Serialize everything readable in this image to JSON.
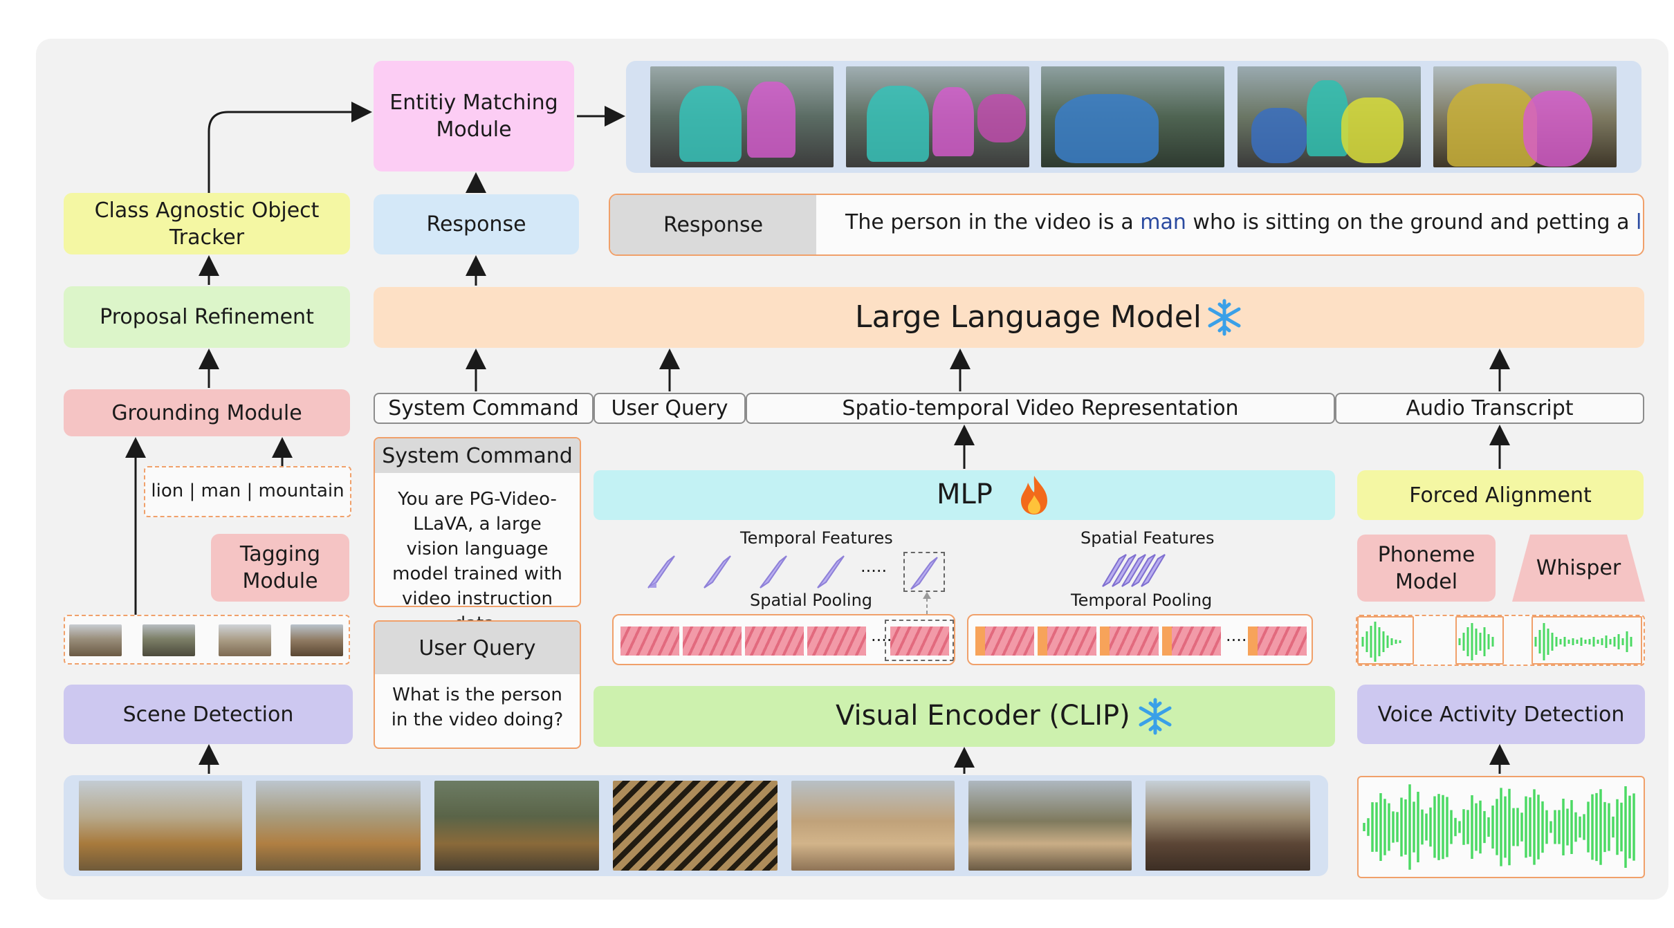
{
  "left": {
    "entity_matching": "Entitiy Matching Module",
    "tracker": "Class Agnostic Object Tracker",
    "proposal": "Proposal Refinement",
    "grounding": "Grounding Module",
    "tags": "lion | man | mountain",
    "tagging": "Tagging Module",
    "scene": "Scene Detection"
  },
  "center": {
    "response_small": "Response",
    "response_label": "Response",
    "response_text_pre": "The person in the video is a ",
    "response_word1": "man",
    "response_text_mid": " who is sitting on the ground and petting a ",
    "response_word2": "lion",
    "response_text_post": ".",
    "llm": "Large Language Model",
    "system_command_input": "System Command",
    "user_query_input": "User Query",
    "spatio_temporal": "Spatio-temporal Video Representation",
    "audio_transcript": "Audio Transcript",
    "system_command_title": "System Command",
    "system_command_body": "You are PG-Video-LLaVA, a large vision language model trained with video instruction data.",
    "user_query_title": "User Query",
    "user_query_body": "What is the person in the video doing?",
    "mlp": "MLP",
    "temporal_features": "Temporal Features",
    "spatial_pooling": "Spatial Pooling",
    "spatial_features": "Spatial Features",
    "temporal_pooling": "Temporal Pooling",
    "ellipsis": "·····",
    "visual_encoder": "Visual Encoder (CLIP)"
  },
  "right": {
    "forced_alignment": "Forced Alignment",
    "phoneme": "Phoneme Model",
    "whisper": "Whisper",
    "vad": "Voice Activity Detection"
  },
  "icons": {
    "frozen": "snowflake-icon",
    "trainable": "fire-icon"
  },
  "colors": {
    "arrow": "#1a1a1a",
    "waveform": "#4cd964",
    "response_highlight": "#2a4aa0"
  }
}
